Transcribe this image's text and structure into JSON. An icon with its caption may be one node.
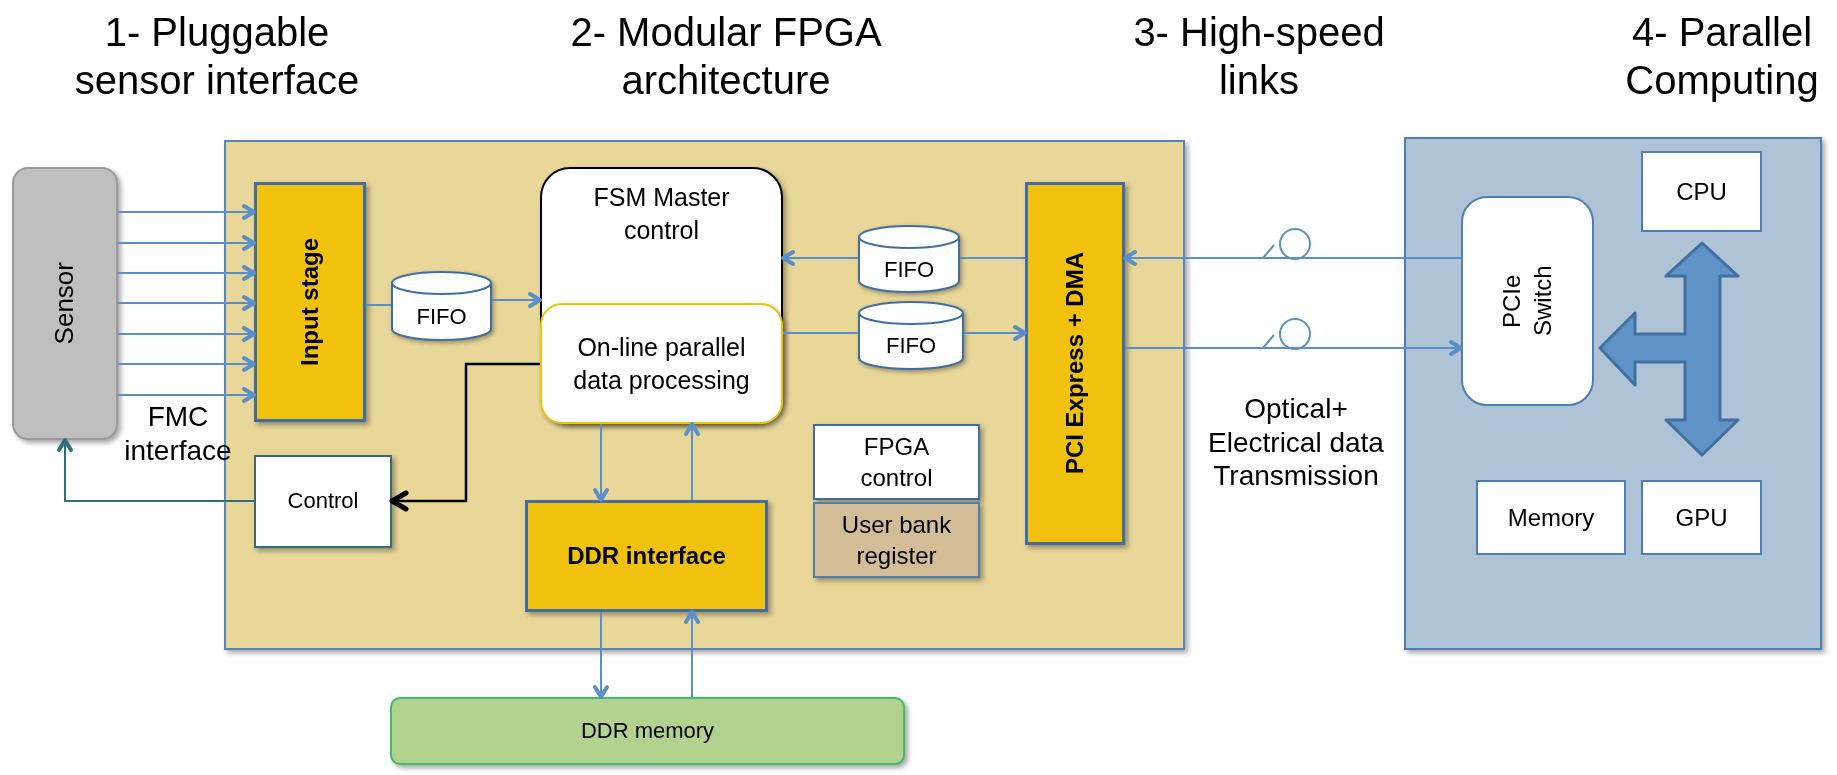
{
  "diagram": {
    "nodes": [
      {
        "text": [
          "Sensor"
        ]
      },
      {
        "text": [],
        "shape": "box"
      },
      {
        "text": [
          "Input stage"
        ],
        "in": 1
      },
      {
        "text": [
          "FIFO"
        ],
        "in": 1
      },
      {
        "text": [
          "FSM Master control"
        ],
        "in": 1
      },
      {
        "text": [
          "On-line parallel data processing"
        ],
        "in": 4
      },
      {
        "text": [
          "FIFO"
        ],
        "in": 1
      },
      {
        "text": [
          "FIFO"
        ],
        "in": 1
      },
      {
        "text": [
          "PCI Express + DMA"
        ],
        "in": 1
      },
      {
        "text": [
          "Control"
        ],
        "in": 1
      },
      {
        "text": [
          "DDR interface"
        ],
        "in": 1
      },
      {
        "text": [
          "FPGA control"
        ],
        "in": 1
      },
      {
        "text": [
          "User bank register"
        ],
        "in": 1
      },
      {
        "text": [],
        "shape": "box"
      },
      {
        "text": [
          "PCIe Switch"
        ],
        "in": 13
      },
      {
        "text": [
          "CPU"
        ],
        "in": 13
      },
      {
        "text": [
          "Memory"
        ],
        "in": 13
      },
      {
        "text": [
          "GPU"
        ],
        "in": 13
      },
      {
        "text": [
          "DDR memory"
        ]
      }
    ],
    "edges": [
      {
        "from": 0,
        "to": 2,
        "arrow": "to"
      },
      {
        "from": 0,
        "to": 2,
        "arrow": "to"
      },
      {
        "from": 0,
        "to": 2,
        "arrow": "to"
      },
      {
        "from": 0,
        "to": 2,
        "arrow": "to"
      },
      {
        "from": 0,
        "to": 2,
        "arrow": "to"
      },
      {
        "from": 0,
        "to": 2,
        "arrow": "to"
      },
      {
        "from": 0,
        "to": 2,
        "arrow": "to"
      },
      {
        "from": 2,
        "to": 3,
        "arrow": "none"
      },
      {
        "from": 3,
        "to": 4,
        "arrow": "to"
      },
      {
        "from": 8,
        "to": 6,
        "arrow": "none"
      },
      {
        "from": 6,
        "to": 4,
        "arrow": "to"
      },
      {
        "from": 5,
        "to": 7,
        "arrow": "none"
      },
      {
        "from": 7,
        "to": 8,
        "arrow": "to"
      },
      {
        "from": 5,
        "to": 9,
        "arrow": "to",
        "color": "#000000"
      },
      {
        "from": 9,
        "to": 0,
        "arrow": "to",
        "color": "#2e6f7a"
      },
      {
        "from": 5,
        "to": 10,
        "arrow": "to"
      },
      {
        "from": 10,
        "to": 5,
        "arrow": "to"
      },
      {
        "from": 10,
        "to": 18,
        "arrow": "to"
      },
      {
        "from": 18,
        "to": 10,
        "arrow": "to"
      },
      {
        "from": 14,
        "to": 8,
        "arrow": "to"
      },
      {
        "from": 8,
        "to": 14,
        "arrow": "to"
      }
    ],
    "labels": [
      "1- Pluggable sensor interface",
      "2- Modular FPGA architecture",
      "3- High-speed links",
      "4- Parallel Computing",
      "FMC interface",
      "Optical+ Electrical data Transmission"
    ]
  }
}
